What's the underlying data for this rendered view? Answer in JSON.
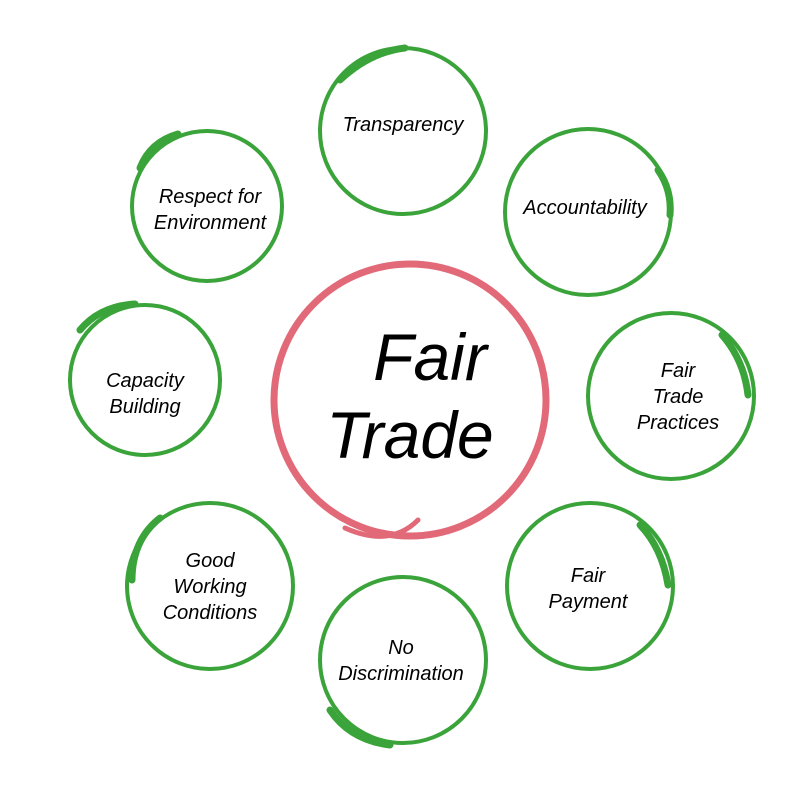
{
  "center": {
    "lines": [
      "Fair",
      "Trade"
    ],
    "ring_color": "#e26a78"
  },
  "node_ring_color": "#3aa33a",
  "nodes": [
    {
      "lines": [
        "Transparency"
      ]
    },
    {
      "lines": [
        "Accountability"
      ]
    },
    {
      "lines": [
        "Fair",
        "Trade",
        "Practices"
      ]
    },
    {
      "lines": [
        "Fair",
        "Payment"
      ]
    },
    {
      "lines": [
        "No",
        "Discrimination"
      ]
    },
    {
      "lines": [
        "Good",
        "Working",
        "Conditions"
      ]
    },
    {
      "lines": [
        "Capacity",
        "Building"
      ]
    },
    {
      "lines": [
        "Respect for",
        "Environment"
      ]
    }
  ]
}
